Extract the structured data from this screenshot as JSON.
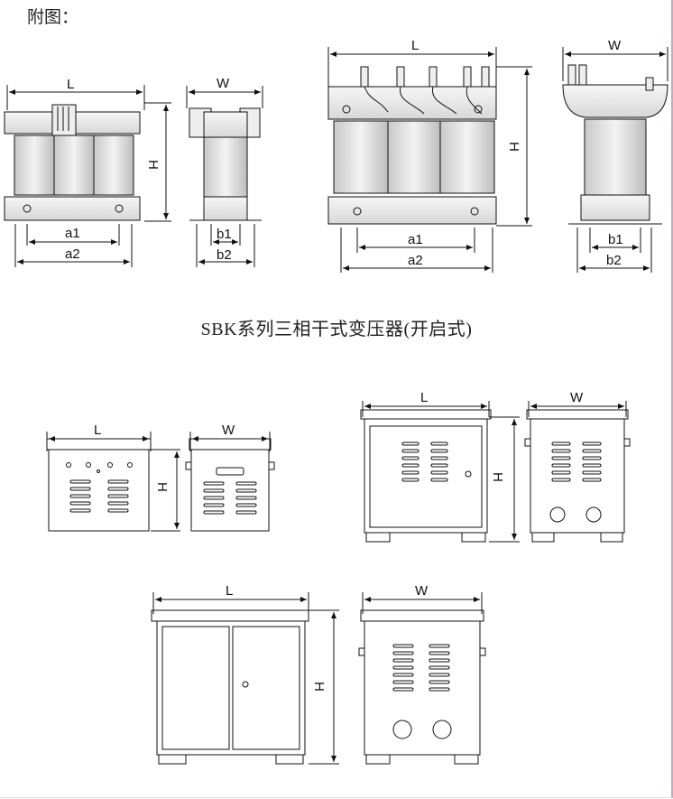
{
  "page": {
    "header": "附图：",
    "caption": "SBK系列三相干式变压器(开启式)"
  },
  "dims": {
    "length": "L",
    "width": "W",
    "height": "H",
    "a1": "a1",
    "a2": "a2",
    "b1": "b1",
    "b2": "b2"
  }
}
